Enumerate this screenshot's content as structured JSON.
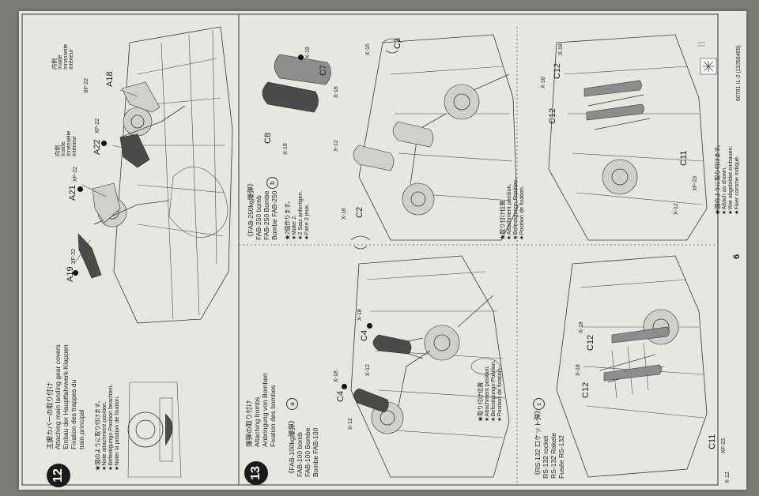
{
  "step12": {
    "number": "12",
    "title_jp": "主脚カバーの取り付け",
    "title_en": "Attaching main landing gear covers",
    "title_de": "Einbau der Hauptfahrwerk-Klappen",
    "title_fr": "Fixation des trappes du",
    "title_fr2": "train principal",
    "note1": "★図のように取り付けます。",
    "note2": "★Note attachment position.",
    "note3": "★Befestigungs-Position beachten.",
    "note4": "★Noter la position de fixation.",
    "part_a19": "A19",
    "part_a21": "A21",
    "part_a22": "A22",
    "part_a18": "A18",
    "screw1": "XF-22",
    "screw2": "XF-22",
    "screw3": "XF-22",
    "screw4": "XF-22",
    "inside_jp": "内側",
    "inside_en": "Inside",
    "inside_de": "Innenseite",
    "inside_fr": "Intérieur"
  },
  "step13": {
    "number": "13",
    "title_jp": "爆弾の取り付け",
    "title_en": "Attaching bombs",
    "title_de": "Anbringung von Bomben",
    "title_fr": "Fixation des bombes",
    "sec_a": {
      "letter": "a",
      "title_jp": "《FAB-100kg爆弾》",
      "title_en": "FAB-100 bomb",
      "title_de": "FAB-100 Bombe",
      "title_fr": "Bombe FAB-100",
      "pos_jp": "★取り付け位置",
      "pos_en": "★Attachment position.",
      "pos_de": "★Befestigungs-Position.",
      "pos_fr": "★Position de fixation.",
      "c4_1": "C4",
      "c4_2": "C4",
      "x18_1": "X-18",
      "x18_2": "X-18",
      "x12_1": "X-12",
      "x12_2": "X-12"
    },
    "sec_b": {
      "letter": "b",
      "title_jp": "《FAB-250kg爆弾》",
      "title_en": "FAB-250 bomb",
      "title_de": "FAB-250 Bombe",
      "title_fr": "Bombe FAB-250",
      "make_jp": "★2個作ります。",
      "make_en": "★Make 2.",
      "make_de": "★2 Satz anfertigen.",
      "make_fr": "★Faire 2 jeux.",
      "pos_jp": "★取り付け位置",
      "pos_en": "★Attachment position.",
      "pos_de": "★Befestigungs-Position.",
      "pos_fr": "★Position de fixation.",
      "c8": "C8",
      "c7": "C7",
      "c3": "C3",
      "c2": "C2",
      "x18": "X-18",
      "x16_1": "X-16",
      "x16_2": "X-16",
      "x16_3": "X-16",
      "x12": "X-12",
      "x18_2": "X-18"
    },
    "sec_c": {
      "letter": "c",
      "title_jp": "《RS-132 ロケット弾》",
      "title_en": "RS-132 rocket",
      "title_de": "RS-132 Rakete",
      "title_fr": "Fusée RS-132",
      "c12_1": "C12",
      "c12_2": "C12",
      "c11_1": "C11",
      "x18_1": "X-18",
      "x18_2": "X-18",
      "x12_1": "X-12",
      "x23_1": "XF-23"
    },
    "sec_d": {
      "c12_1": "C12",
      "c12_2": "C12",
      "c11": "C11",
      "x18_1": "X-18",
      "x18_2": "X-18",
      "x12": "X-12",
      "x23": "XF-23",
      "note_jp": "★図のように取り付けます。",
      "note_en": "★Attach as shown.",
      "note_de": "★Wie abgebildet einbauen.",
      "note_fr": "★Fixer comme indiqué."
    }
  },
  "footer": {
    "page": "6",
    "code": "60781 IL-2 (11056409)"
  }
}
